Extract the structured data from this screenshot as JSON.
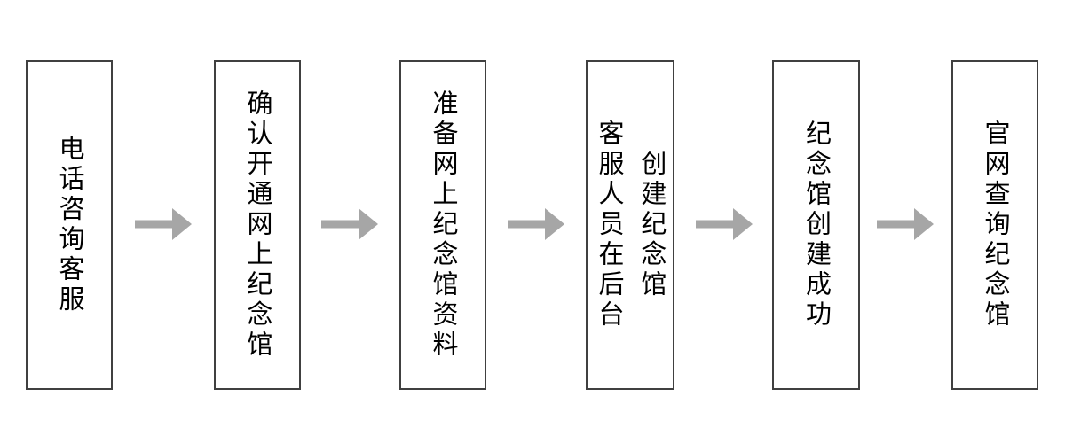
{
  "flowchart": {
    "steps": [
      {
        "label": "电话咨询客服"
      },
      {
        "label": "确认开通网上纪念馆"
      },
      {
        "label": "准备网上纪念馆资料"
      },
      {
        "columns": [
          "客服人员在后台",
          "创建纪念馆"
        ]
      },
      {
        "label": "纪念馆创建成功"
      },
      {
        "label": "官网查询纪念馆"
      }
    ],
    "connector_icon": "right-arrow",
    "colors": {
      "box_border": "#404040",
      "box_fill": "#ffffff",
      "text": "#000000",
      "arrow": "#a6a6a6",
      "background": "#ffffff"
    }
  }
}
